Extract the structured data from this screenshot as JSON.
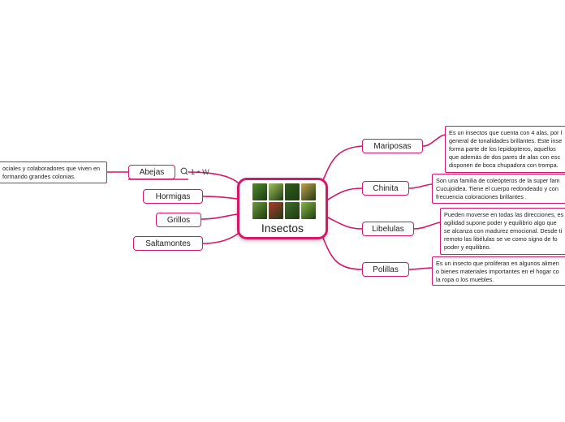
{
  "central": {
    "title": "Insectos",
    "image": "insect-collage",
    "tiles": [
      "#4f8a2c",
      "#9fc25a",
      "#2f5d1e",
      "#c2a14a",
      "#6d9a3a",
      "#b23a2a",
      "#3d6e2a",
      "#86b840"
    ]
  },
  "colors": {
    "accent": "#d5166a",
    "line": "#d5166a"
  },
  "left_branches": [
    {
      "label": "Abejas",
      "note_lines": [
        "ociales y colaboradores que viven en",
        "formando grandes colonias."
      ],
      "badges": {
        "comment_icon": "comment-icon",
        "count": "1",
        "link_icon": "wikipedia-icon",
        "link_text": "W"
      }
    },
    {
      "label": "Hormigas"
    },
    {
      "label": "Grillos"
    },
    {
      "label": "Saltamontes"
    }
  ],
  "right_branches": [
    {
      "label": "Mariposas",
      "note_lines": [
        "Es un insectos que cuenta con 4 alas, por l",
        "general de tonalidades brillantes. Este inse",
        "forma parte de los lepidopteros, aquellos",
        "que además de dos pares de alas con esc",
        "disponen de boca chupadora con trompa."
      ]
    },
    {
      "label": "Chinita",
      "note_lines": [
        "Son una familia de coleópteros de la super fam",
        "Cucujoidea. Tiene el cuerpo redondeado y con",
        "frecuencia coloraciones brillantes ."
      ]
    },
    {
      "label": "Libelulas",
      "note_lines": [
        "Pueden moverse en todas las direcciones, es",
        "agilidad supone poder y equilibrio algo que",
        "se alcanza con madurez emocional. Desde ti",
        "remoto las libélulas se ve como signo de fo",
        "poder y equilibrio."
      ]
    },
    {
      "label": "Polillas",
      "note_lines": [
        " Es un insecto que proliferan en algunos alimen",
        "o bienes materiales importantes en el hogar co",
        "la ropa o los muebles."
      ]
    }
  ]
}
